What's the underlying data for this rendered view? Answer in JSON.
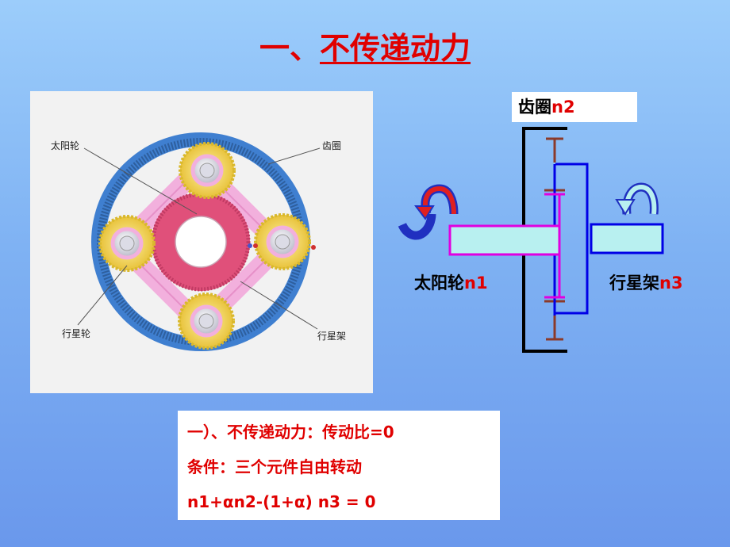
{
  "title": {
    "prefix": "一、",
    "main": "不传递动力"
  },
  "photo": {
    "labels": {
      "sun_gear": "太阳轮",
      "ring_gear": "齿圈",
      "planet_gear": "行星轮",
      "carrier": "行星架"
    }
  },
  "schematic": {
    "ring": {
      "name": "齿圈",
      "speed": "n2"
    },
    "sun": {
      "name": "太阳轮",
      "speed": "n1"
    },
    "carrier": {
      "name": "行星架",
      "speed": "n3"
    }
  },
  "note": {
    "line1": "一）、不传递动力：传动比=0",
    "line2": "条件：三个元件自由转动",
    "line3": "n1+αn2-(1+α) n3 = 0"
  },
  "colors": {
    "title_red": "#e00000",
    "ring_blue": "#3f7fd0",
    "sun_pink": "#e0507a",
    "planet_gold": "#f2d84a",
    "carrier_pink": "#f2b0dd",
    "shaft_magenta": "#e000e0",
    "carrier_blue": "#0000e6",
    "ring_brown": "#8b3a2a"
  }
}
